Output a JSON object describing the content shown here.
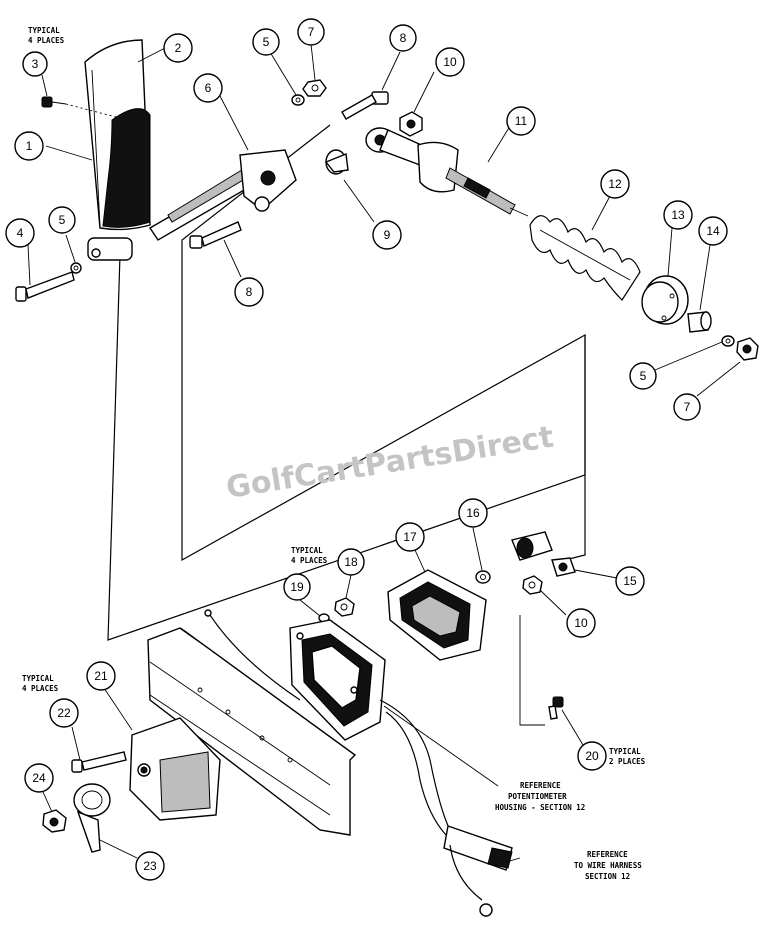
{
  "watermark": "GolfCartPartsDirect",
  "callouts": [
    {
      "id": "c1",
      "label": "1"
    },
    {
      "id": "c2",
      "label": "2"
    },
    {
      "id": "c3",
      "label": "3"
    },
    {
      "id": "c4",
      "label": "4"
    },
    {
      "id": "c5a",
      "label": "5"
    },
    {
      "id": "c5b",
      "label": "5"
    },
    {
      "id": "c5c",
      "label": "5"
    },
    {
      "id": "c6",
      "label": "6"
    },
    {
      "id": "c7a",
      "label": "7"
    },
    {
      "id": "c7b",
      "label": "7"
    },
    {
      "id": "c8a",
      "label": "8"
    },
    {
      "id": "c8b",
      "label": "8"
    },
    {
      "id": "c9",
      "label": "9"
    },
    {
      "id": "c10a",
      "label": "10"
    },
    {
      "id": "c10b",
      "label": "10"
    },
    {
      "id": "c11",
      "label": "11"
    },
    {
      "id": "c12",
      "label": "12"
    },
    {
      "id": "c13",
      "label": "13"
    },
    {
      "id": "c14",
      "label": "14"
    },
    {
      "id": "c15",
      "label": "15"
    },
    {
      "id": "c16",
      "label": "16"
    },
    {
      "id": "c17",
      "label": "17"
    },
    {
      "id": "c18",
      "label": "18"
    },
    {
      "id": "c19",
      "label": "19"
    },
    {
      "id": "c20",
      "label": "20"
    },
    {
      "id": "c21",
      "label": "21"
    },
    {
      "id": "c22",
      "label": "22"
    },
    {
      "id": "c23",
      "label": "23"
    },
    {
      "id": "c24",
      "label": "24"
    }
  ],
  "notes": {
    "typical_4_places_top": [
      "TYPICAL",
      "4 PLACES"
    ],
    "typical_4_places_mid": [
      "TYPICAL",
      "4 PLACES"
    ],
    "typical_4_places_left": [
      "TYPICAL",
      "4 PLACES"
    ],
    "typical_2_places": [
      "TYPICAL",
      "2 PLACES"
    ],
    "ref_potentiometer": [
      "REFERENCE",
      "POTENTIOMETER",
      "HOUSING - SECTION 12"
    ],
    "ref_wire_harness": [
      "REFERENCE",
      "TO WIRE HARNESS",
      "SECTION 12"
    ]
  }
}
